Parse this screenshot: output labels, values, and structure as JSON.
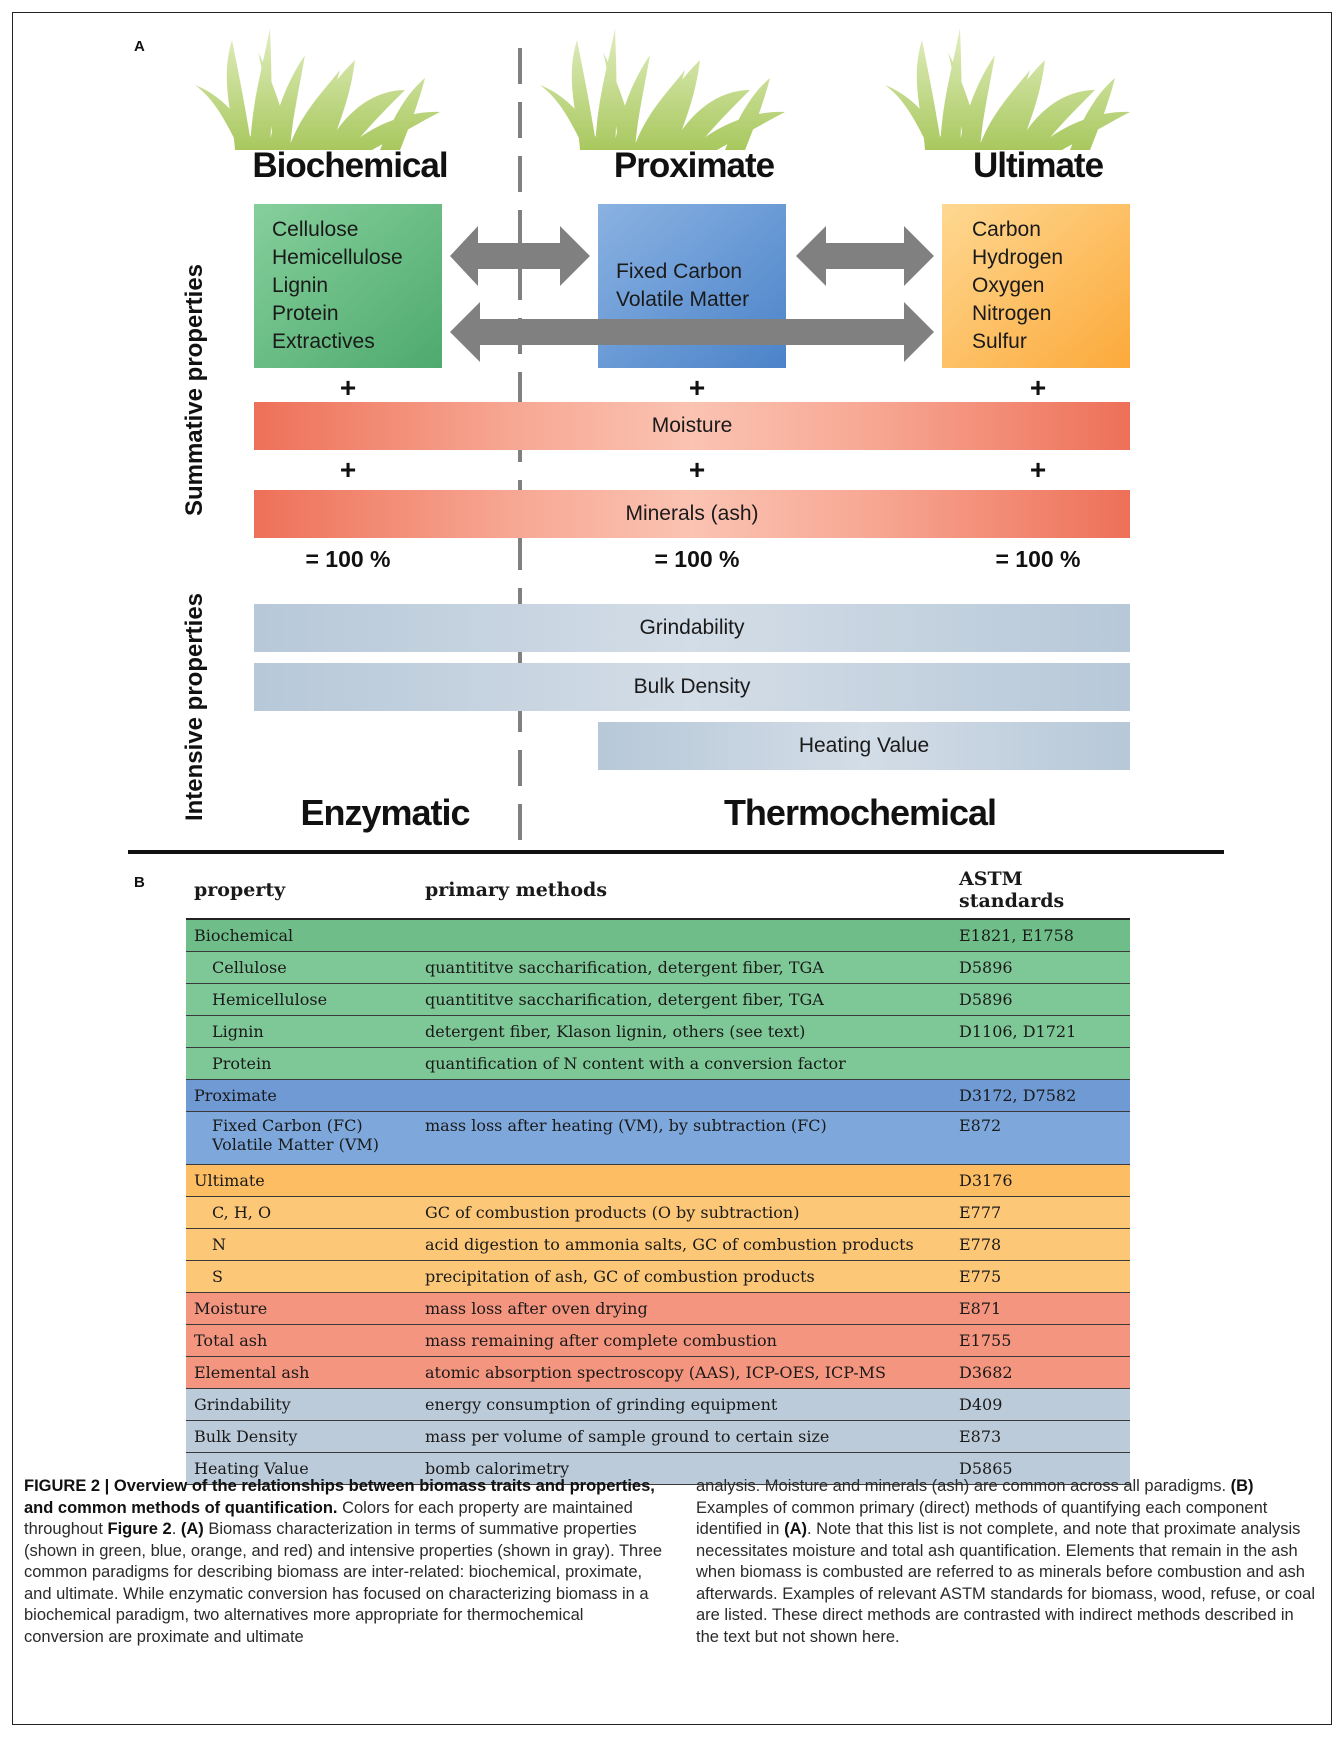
{
  "panel_a": {
    "letter": "A",
    "columns": {
      "biochemical": {
        "title": "Biochemical",
        "items": [
          "Cellulose",
          "Hemicellulose",
          "Lignin",
          "Protein",
          "Extractives"
        ]
      },
      "proximate": {
        "title": "Proximate",
        "items": [
          "Fixed Carbon",
          "Volatile Matter"
        ]
      },
      "ultimate": {
        "title": "Ultimate",
        "items": [
          "Carbon",
          "Hydrogen",
          "Oxygen",
          "Nitrogen",
          "Sulfur"
        ]
      }
    },
    "plus": "+",
    "moisture": "Moisture",
    "minerals": "Minerals (ash)",
    "percent": "= 100 %",
    "grindability": "Grindability",
    "bulk_density": "Bulk Density",
    "heating_value": "Heating Value",
    "summative_label": "Summative properties",
    "intensive_label": "Intensive properties",
    "enzymatic": "Enzymatic",
    "thermochemical": "Thermochemical",
    "colors": {
      "green": "#5fb77d",
      "blue": "#5b91d1",
      "orange": "#fdb24a",
      "red": "#ee7058",
      "gray": "#c5d2df",
      "arrow": "#808080"
    }
  },
  "panel_b": {
    "letter": "B",
    "headers": {
      "property": "property",
      "methods": "primary methods",
      "astm": "ASTM standards"
    },
    "rows": [
      {
        "property": "Biochemical",
        "methods": "",
        "astm": "E1821, E1758"
      },
      {
        "property": "Cellulose",
        "methods": "quantititve saccharification, detergent fiber, TGA",
        "astm": "D5896"
      },
      {
        "property": "Hemicellulose",
        "methods": "quantititve saccharification, detergent fiber, TGA",
        "astm": "D5896"
      },
      {
        "property": "Lignin",
        "methods": "detergent fiber, Klason lignin, others (see text)",
        "astm": "D1106, D1721"
      },
      {
        "property": "Protein",
        "methods": "quantification of N content with a conversion factor",
        "astm": ""
      },
      {
        "property": "Proximate",
        "methods": "",
        "astm": "D3172, D7582"
      },
      {
        "property": "Fixed Carbon (FC)",
        "property2": "Volatile Matter (VM)",
        "methods": "mass loss after heating (VM), by subtraction (FC)",
        "astm": "E872"
      },
      {
        "property": "Ultimate",
        "methods": "",
        "astm": "D3176"
      },
      {
        "property": "C, H, O",
        "methods": "GC of combustion products (O by subtraction)",
        "astm": "E777"
      },
      {
        "property": "N",
        "methods": "acid digestion to ammonia salts, GC of combustion products",
        "astm": "E778"
      },
      {
        "property": "S",
        "methods": "precipitation of ash, GC of combustion products",
        "astm": "E775"
      },
      {
        "property": "Moisture",
        "methods": "mass loss after oven drying",
        "astm": "E871"
      },
      {
        "property": "Total ash",
        "methods": "mass remaining after complete combustion",
        "astm": "E1755"
      },
      {
        "property": "Elemental ash",
        "methods": "atomic absorption spectroscopy (AAS), ICP-OES, ICP-MS",
        "astm": "D3682"
      },
      {
        "property": "Grindability",
        "methods": "energy consumption of grinding equipment",
        "astm": "D409"
      },
      {
        "property": "Bulk Density",
        "methods": "mass per volume of sample ground to certain size",
        "astm": "E873"
      },
      {
        "property": "Heating Value",
        "methods": "bomb calorimetry",
        "astm": "D5865"
      }
    ]
  },
  "caption": {
    "label": "FIGURE 2 |",
    "title": "Overview of the relationships between biomass traits and properties, and common methods of quantification.",
    "col1_a": "Colors for each property are maintained throughout",
    "fig_ref": "Figure 2",
    "col1_b": ".",
    "a_ref": "(A)",
    "col1_c": "Biomass characterization in terms of summative properties (shown in green, blue, orange, and red) and intensive properties (shown in gray). Three common paradigms for describing biomass are inter-related: biochemical, proximate, and ultimate. While enzymatic conversion has focused on characterizing biomass in a biochemical paradigm, two alternatives more appropriate for thermochemical conversion are proximate and ultimate",
    "col2_a": "analysis. Moisture and minerals (ash) are common across all paradigms.",
    "b_ref": "(B)",
    "col2_b": "Examples of common primary (direct) methods of quantifying each component identified in",
    "a_ref2": "(A)",
    "col2_c": ". Note that this list is not complete, and note that proximate analysis necessitates moisture and total ash quantification. Elements that remain in the ash when biomass is combusted are referred to as minerals before combustion and ash afterwards. Examples of relevant ASTM standards for biomass, wood, refuse, or coal are listed. These direct methods are contrasted with indirect methods described in the text but not shown here."
  }
}
